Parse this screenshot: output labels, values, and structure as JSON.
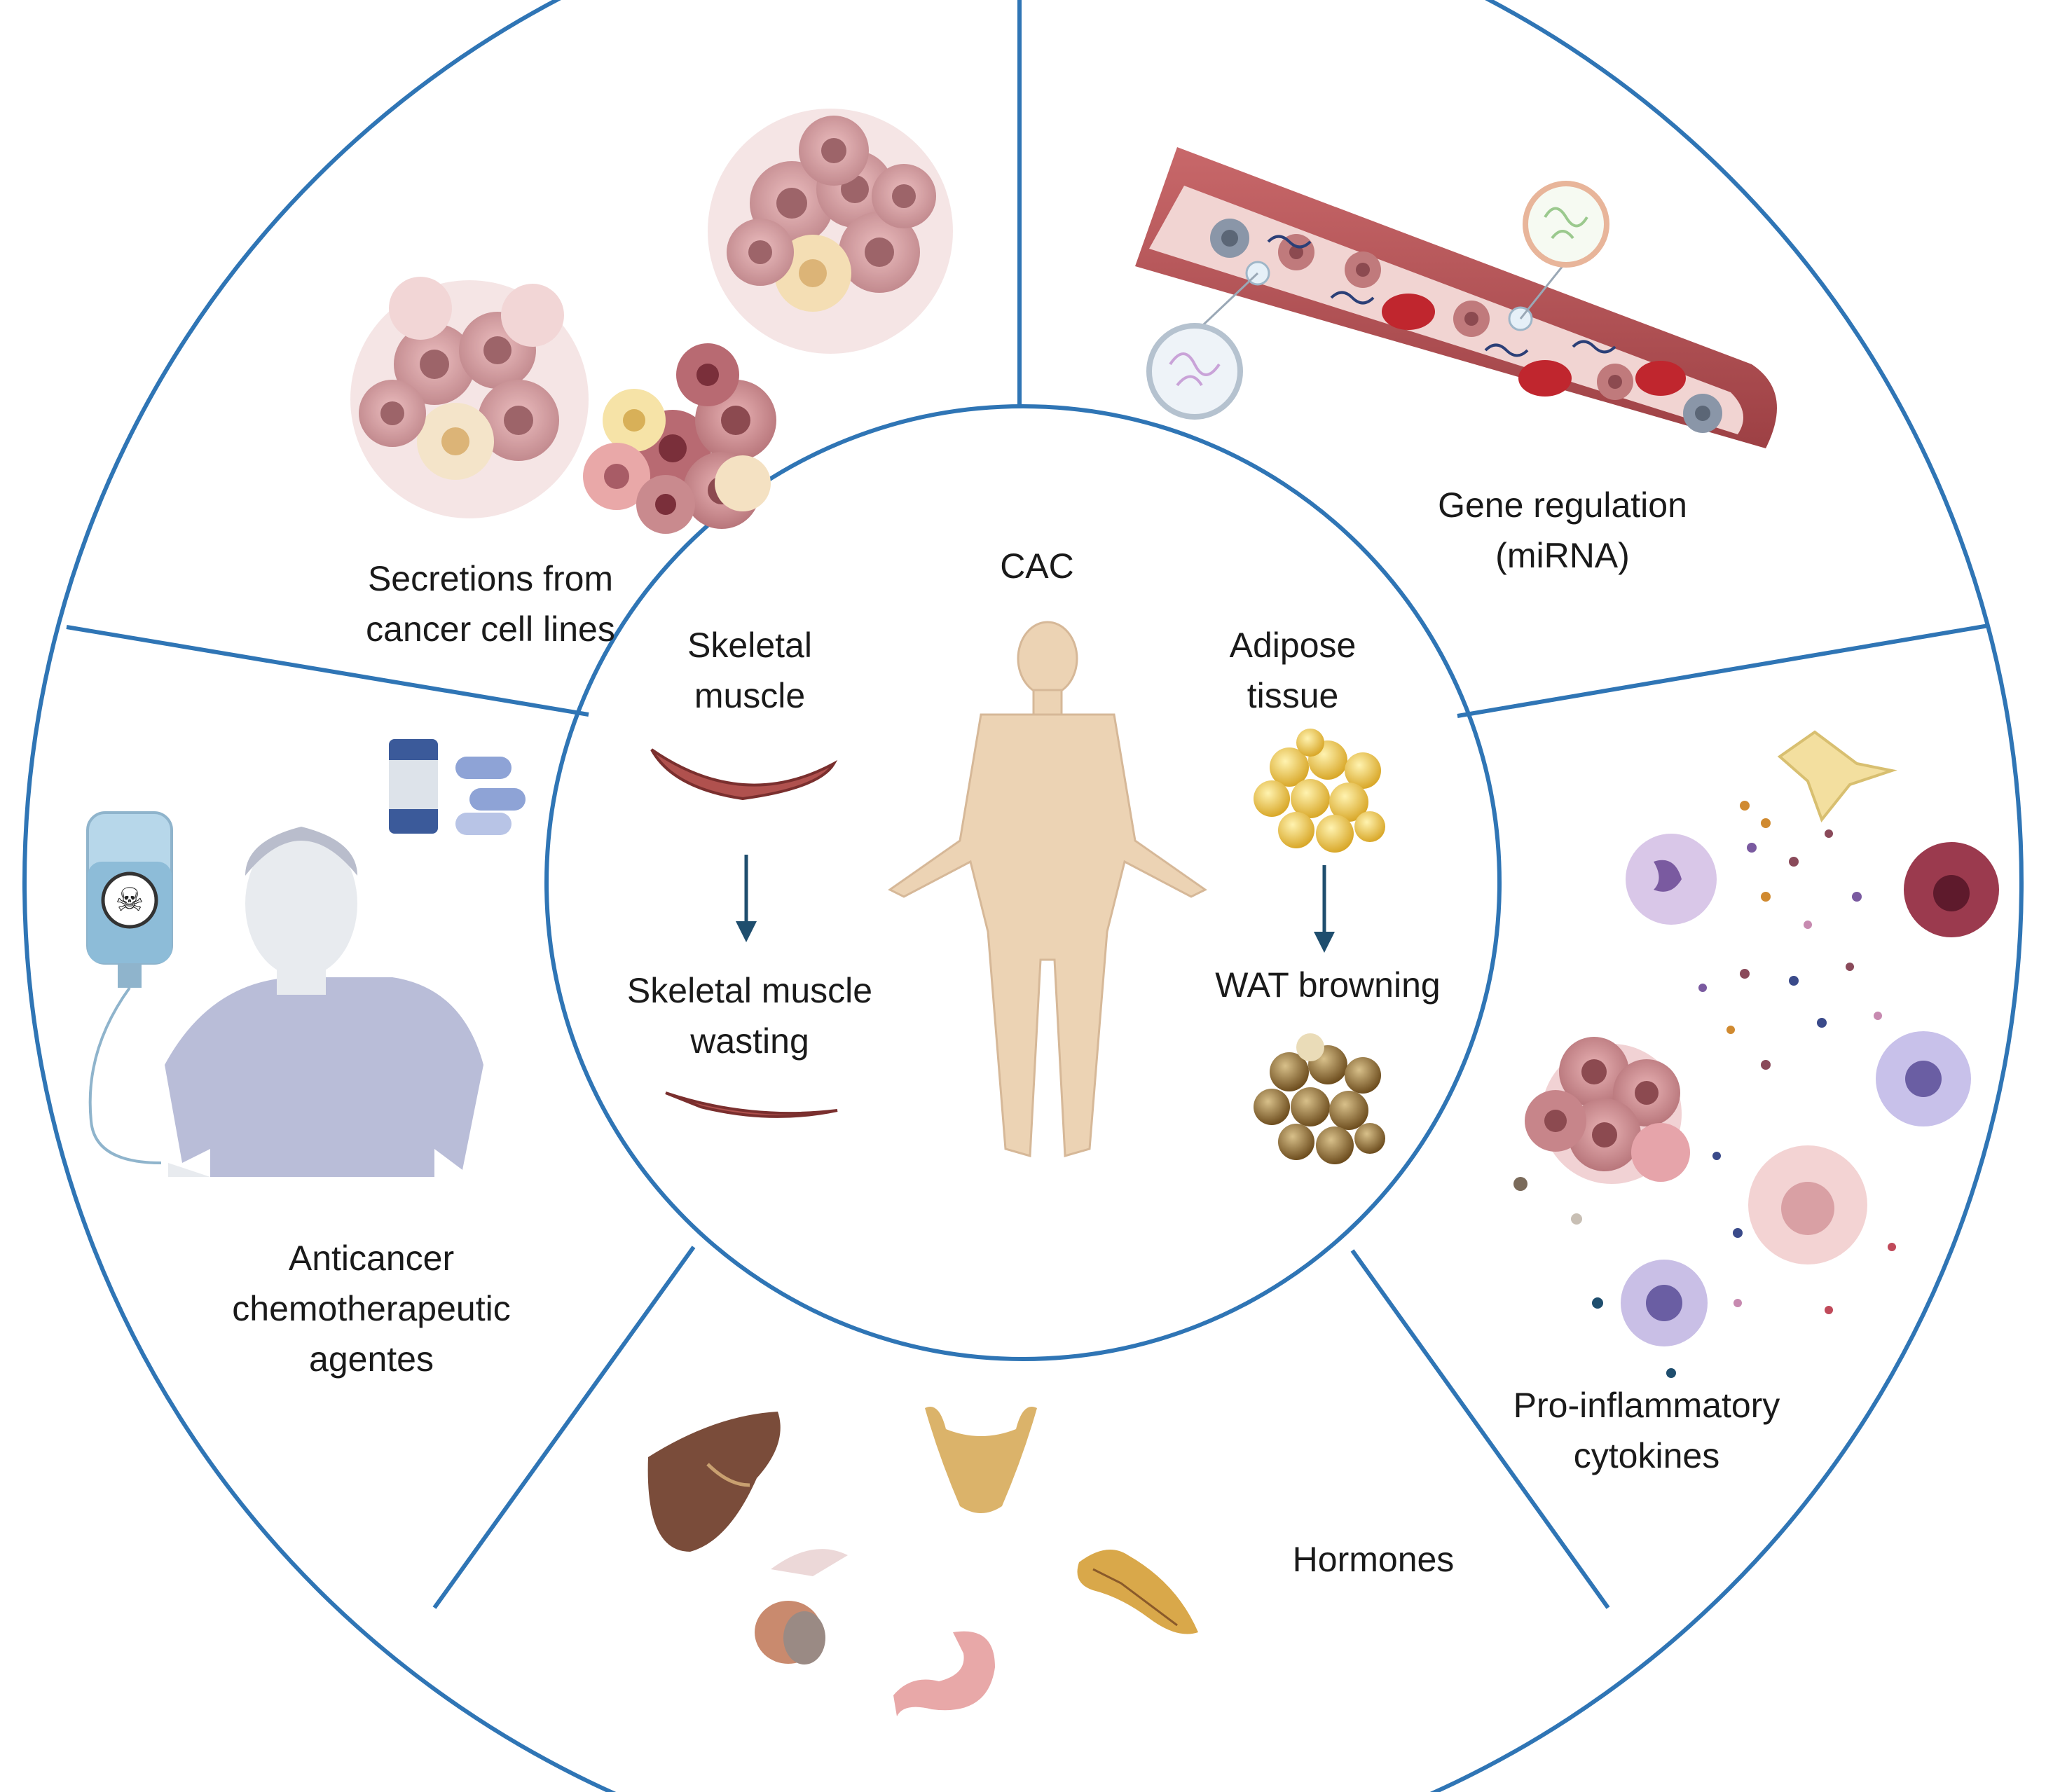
{
  "center": {
    "title": "CAC",
    "skeletal_muscle": [
      "Skeletal",
      "muscle"
    ],
    "muscle_wasting": [
      "Skeletal muscle",
      "wasting"
    ],
    "adipose_tissue": [
      "Adipose",
      "tissue"
    ],
    "wat_browning": "WAT browning"
  },
  "segments": {
    "secretions": [
      "Secretions  from",
      "cancer cell lines"
    ],
    "gene_regulation": [
      "Gene regulation",
      "(miRNA)"
    ],
    "cytokines": [
      "Pro-inflammatory",
      "cytokines"
    ],
    "hormones": "Hormones",
    "chemotherapy": [
      "Anticancer",
      "chemotherapeutic",
      "agentes"
    ]
  },
  "colors": {
    "ring_line": "#2f75b5",
    "arrow": "#1f4e6e",
    "tumor": "#c98a8e",
    "blood_vessel": "#b5575a",
    "skin": "#ecd3b4",
    "fat": "#e8c448",
    "brown_fat": "#7a5a2a"
  },
  "icons": [
    "tumor-cluster-icon",
    "blood-vessel-icon",
    "immune-cell-icon",
    "liver-icon",
    "thyroid-icon",
    "pituitary-icon",
    "stomach-icon",
    "pancreas-icon",
    "iv-bag-icon",
    "patient-icon",
    "pill-bottle-icon",
    "capsule-icon",
    "human-body-icon",
    "muscle-icon",
    "fat-cells-icon",
    "brown-fat-cells-icon"
  ]
}
